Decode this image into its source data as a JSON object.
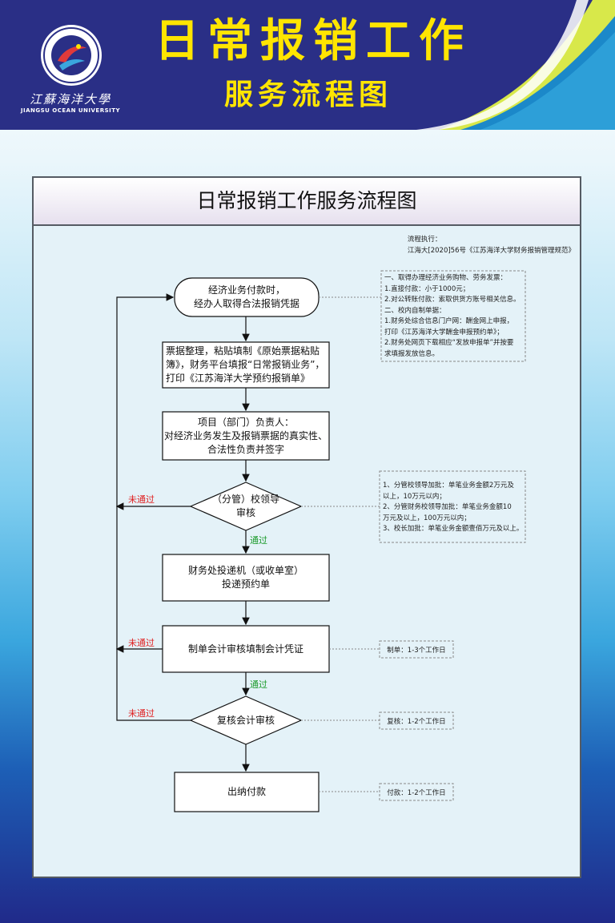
{
  "header": {
    "title_line1": "日常报销工作",
    "title_line2": "服务流程图",
    "university_cn": "江蘇海洋大學",
    "university_en": "JIANGSU OCEAN UNIVERSITY",
    "logo_ring_text": "江蘇海洋大學 JIANGSU OCEAN UNIVERSITY"
  },
  "panel": {
    "title": "日常报销工作服务流程图",
    "basis_label": "流程执行：",
    "basis_doc": "江海大[2020]56号《江苏海洋大学财务报销管理规范》"
  },
  "flow": {
    "step1": "经济业务付款时，\n经办人取得合法报销凭据",
    "step2": "票据整理，粘贴填制《原始票据粘贴簿》，财务平台填报“日常报销业务”，打印《江苏海洋大学预约报销单》",
    "step3": "项目（部门）负责人：\n对经济业务发生及报销票据的真实性、\n合法性负责并签字",
    "decision1": "（分管）校领导\n审核",
    "step4": "财务处投递机（或收单室）\n投递预约单",
    "step5": "制单会计审核填制会计凭证",
    "decision2": "复核会计审核",
    "step6": "出纳付款",
    "fail_label": "未通过",
    "pass_label": "通过"
  },
  "notes": {
    "note1": "一、取得办理经济业务购物、劳务发票：\n1.直接付款：小于1000元；\n2.对公转账付款：索取供货方账号相关信息。\n二、校内自制单据：\n1.财务处综合信息门户网：酬金网上申报，\n打印《江苏海洋大学酬金申报预约单》；\n2.财务处网页下载相应“发放申报单”并按要\n求填报发放信息。",
    "note2": "1、分管校领导加批：单笔业务金额2万元及\n以上，10万元以内；\n2、分管财务校领导加批：单笔业务金额10\n万元及以上，100万元以内；\n3、校长加批：单笔业务金额壹佰万元及以上。",
    "note3": "制单：1-3个工作日",
    "note4": "复核：1-2个工作日",
    "note5": "付款：1-2个工作日"
  },
  "colors": {
    "header_bg": "#2a2f86",
    "title_yellow": "#ffe500",
    "fail_red": "#e02020",
    "pass_green": "#1a9a2a"
  }
}
